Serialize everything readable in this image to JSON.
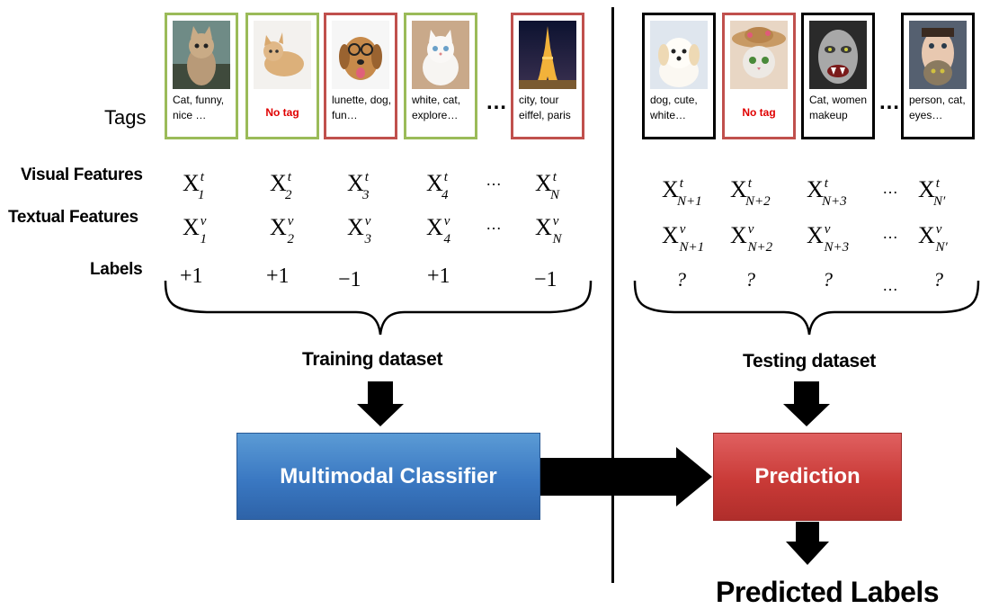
{
  "tags_label": "Tags",
  "row_labels": {
    "visual": "Visual Features",
    "textual": "Textual Features",
    "labels": "Labels"
  },
  "training": {
    "images": [
      {
        "caption": "Cat, funny,\nnice …",
        "border": "#9bbb59",
        "no_tag": false,
        "subject": "kitten"
      },
      {
        "caption": "No tag",
        "border": "#9bbb59",
        "no_tag": true,
        "subject": "cat"
      },
      {
        "caption": "lunette, dog,\nfun…",
        "border": "#c0504d",
        "no_tag": false,
        "subject": "dog-with-glasses"
      },
      {
        "caption": "white, cat,\nexplore…",
        "border": "#9bbb59",
        "no_tag": false,
        "subject": "white-kitten"
      },
      {
        "caption": "city, tour\neiffel, paris",
        "border": "#c0504d",
        "no_tag": false,
        "subject": "eiffel-tower"
      }
    ],
    "ellipsis": "…",
    "visual_features": [
      {
        "base": "X",
        "sup": "t",
        "sub": "1"
      },
      {
        "base": "X",
        "sup": "t",
        "sub": "2"
      },
      {
        "base": "X",
        "sup": "t",
        "sub": "3"
      },
      {
        "base": "X",
        "sup": "t",
        "sub": "4"
      },
      {
        "base": "X",
        "sup": "t",
        "sub": "N"
      }
    ],
    "textual_features": [
      {
        "base": "X",
        "sup": "v",
        "sub": "1"
      },
      {
        "base": "X",
        "sup": "v",
        "sub": "2"
      },
      {
        "base": "X",
        "sup": "v",
        "sub": "3"
      },
      {
        "base": "X",
        "sup": "v",
        "sub": "4"
      },
      {
        "base": "X",
        "sup": "v",
        "sub": "N"
      }
    ],
    "labels": [
      "+1",
      "+1",
      "−1",
      "+1",
      "−1"
    ],
    "dataset_label": "Training dataset"
  },
  "testing": {
    "images": [
      {
        "caption": "dog, cute,\nwhite…",
        "border": "#000000",
        "no_tag": false,
        "subject": "puppy"
      },
      {
        "caption": "No tag",
        "border": "#c0504d",
        "no_tag": true,
        "subject": "cat-with-hat"
      },
      {
        "caption": "Cat, women\nmakeup",
        "border": "#000000",
        "no_tag": false,
        "subject": "face-makeup"
      },
      {
        "caption": "person, cat,\neyes…",
        "border": "#000000",
        "no_tag": false,
        "subject": "person-cat"
      }
    ],
    "ellipsis": "…",
    "visual_features": [
      {
        "base": "X",
        "sup": "t",
        "sub": "N+1"
      },
      {
        "base": "X",
        "sup": "t",
        "sub": "N+2"
      },
      {
        "base": "X",
        "sup": "t",
        "sub": "N+3"
      },
      {
        "base": "X",
        "sup": "t",
        "sub": "N′"
      }
    ],
    "textual_features": [
      {
        "base": "X",
        "sup": "v",
        "sub": "N+1"
      },
      {
        "base": "X",
        "sup": "v",
        "sub": "N+2"
      },
      {
        "base": "X",
        "sup": "v",
        "sub": "N+3"
      },
      {
        "base": "X",
        "sup": "v",
        "sub": "N′"
      }
    ],
    "labels": [
      "?",
      "?",
      "?",
      "?"
    ],
    "dataset_label": "Testing dataset"
  },
  "classifier_label": "Multimodal Classifier",
  "prediction_label": "Prediction",
  "output_label": "Predicted Labels",
  "colors": {
    "classifier": "#3a78c2",
    "prediction": "#c93a37",
    "no_tag_text": "#e00000",
    "positive_border": "#9bbb59",
    "negative_border": "#c0504d"
  }
}
